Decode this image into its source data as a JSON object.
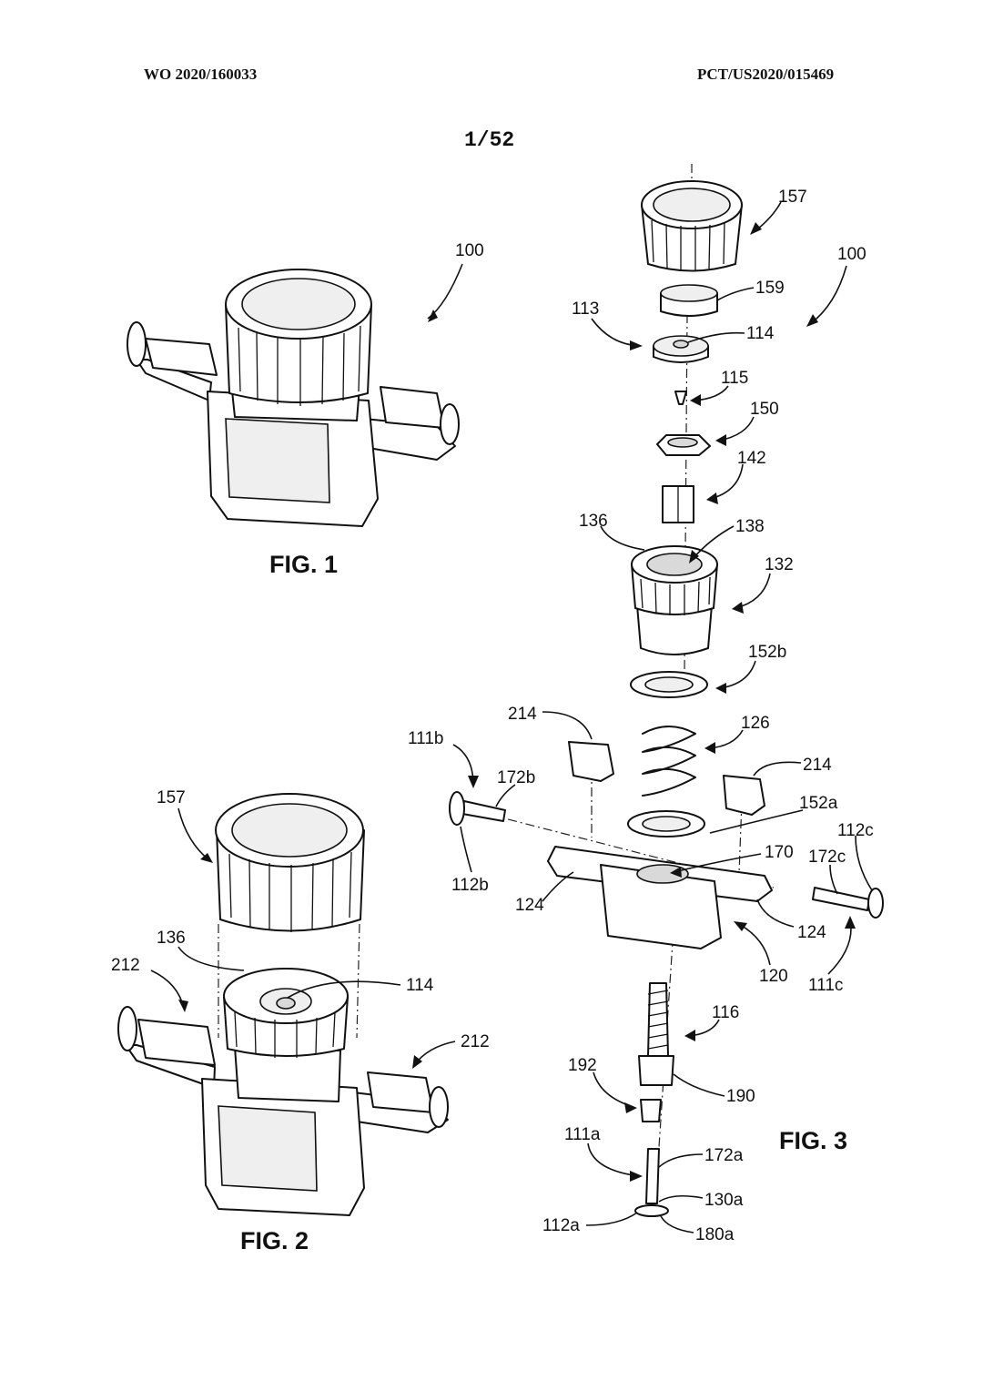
{
  "header": {
    "publication_number": "WO 2020/160033",
    "application_number": "PCT/US2020/015469"
  },
  "page_number": "1/52",
  "figures": {
    "fig1": "FIG. 1",
    "fig2": "FIG. 2",
    "fig3": "FIG. 3"
  },
  "labels": {
    "fig1_100": "100",
    "fig2_157": "157",
    "fig2_136": "136",
    "fig2_212_left": "212",
    "fig2_114": "114",
    "fig2_212_right": "212",
    "fig3_157": "157",
    "fig3_100": "100",
    "fig3_159": "159",
    "fig3_113": "113",
    "fig3_114": "114",
    "fig3_115": "115",
    "fig3_150": "150",
    "fig3_142": "142",
    "fig3_136": "136",
    "fig3_138": "138",
    "fig3_132": "132",
    "fig3_152b": "152b",
    "fig3_214_left": "214",
    "fig3_126": "126",
    "fig3_111b": "111b",
    "fig3_214_right": "214",
    "fig3_172b": "172b",
    "fig3_152a": "152a",
    "fig3_112c": "112c",
    "fig3_170": "170",
    "fig3_172c": "172c",
    "fig3_112b": "112b",
    "fig3_124_left": "124",
    "fig3_124_right": "124",
    "fig3_120": "120",
    "fig3_111c": "111c",
    "fig3_116": "116",
    "fig3_192": "192",
    "fig3_190": "190",
    "fig3_111a": "111a",
    "fig3_172a": "172a",
    "fig3_130a": "130a",
    "fig3_112a": "112a",
    "fig3_180a": "180a"
  }
}
